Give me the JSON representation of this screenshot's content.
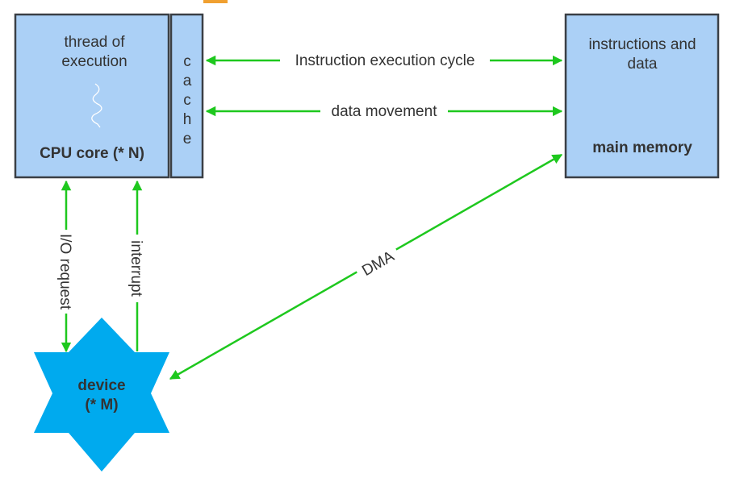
{
  "colors": {
    "box_fill": "#abd0f6",
    "box_stroke": "#3a3f45",
    "arrow": "#1ec81e",
    "device_fill": "#00aaee",
    "text": "#333333",
    "top_marker": "#f0a030"
  },
  "cpu_core": {
    "title_line1": "thread of",
    "title_line2": "execution",
    "label": "CPU core (* N)"
  },
  "cache": {
    "letters": [
      "c",
      "a",
      "c",
      "h",
      "e"
    ]
  },
  "main_memory": {
    "title_line1": "instructions and",
    "title_line2": "data",
    "label": "main memory"
  },
  "device": {
    "line1": "device",
    "line2": "(* M)"
  },
  "connections": {
    "instruction_cycle": "Instruction execution cycle",
    "data_movement": "data movement",
    "dma": "DMA",
    "io_request": "I/O request",
    "interrupt": "interrupt"
  }
}
